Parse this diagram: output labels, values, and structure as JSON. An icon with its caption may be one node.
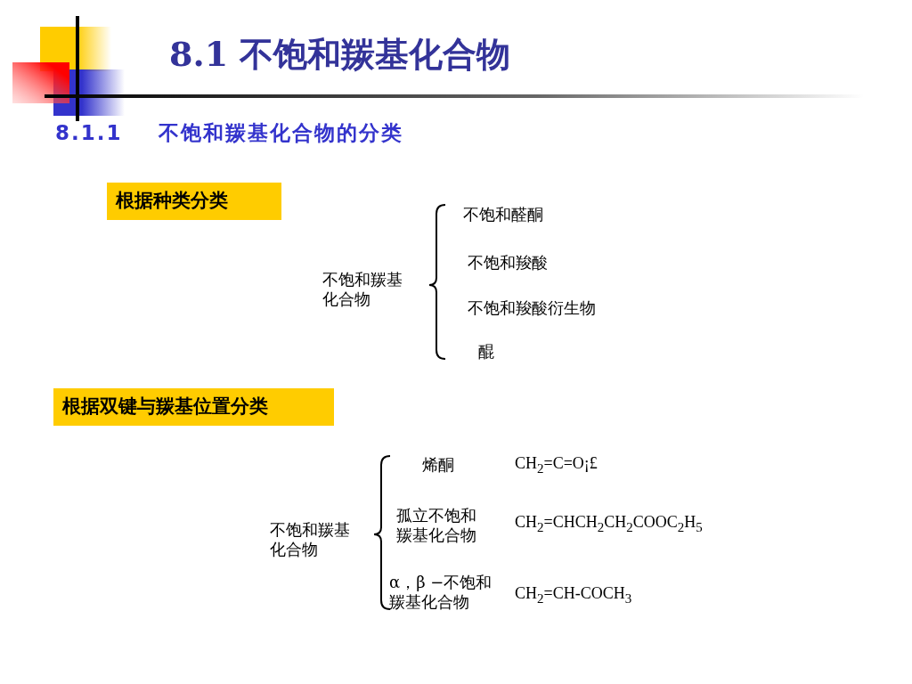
{
  "diagram": {
    "title": "8.1 不饱和羰基化合物",
    "nodes": [
      {
        "text": [
          "根据种类分类"
        ]
      },
      {
        "text": [
          "根据双键与羰基位置分类"
        ]
      }
    ],
    "labels": [
      "8.1.1 不饱和羰基化合物的分类",
      "不饱和醛酮",
      "不饱和羰基化合物",
      "不饱和羧酸",
      "不饱和羧酸衍生物",
      "醌",
      "烯酮",
      "CH$_{2}$=C=O¡£",
      "不饱和羰基化合物",
      "孤立不饱和羰基化合物",
      "CH$_{2}$=CHCH$_{2}$CH$_{2}$COOC$_{2}$H$_{5}$",
      "α，β −不饱和羰基化合物",
      "CH$_{2}$=CH-COCH$_{3}$"
    ]
  }
}
